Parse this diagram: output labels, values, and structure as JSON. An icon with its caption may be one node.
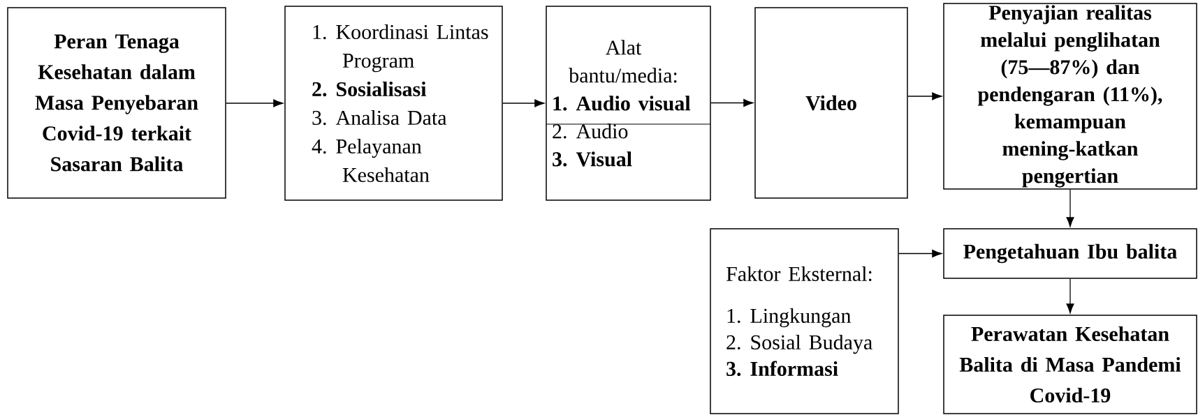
{
  "diagram": {
    "nodes": [
      {
        "text": [
          "Peran Tenaga Kesehatan dalam Masa Penyebaran Covid-19 terkait Sasaran Balita"
        ]
      },
      {
        "text": [
          "1. Koordinasi Lintas Program",
          "2. Sosialisasi",
          "3. Analisa Data",
          "4. Pelayanan Kesehatan"
        ]
      },
      {
        "text": [
          "Alat bantu/media:",
          "1. Audio visual",
          "2. Audio",
          "3. Visual"
        ]
      },
      {
        "text": [
          "Video"
        ]
      },
      {
        "text": [
          "Penyajian realitas melalui penglihatan (75—87%) dan pendengaran (11%), kemampuan mening-katkan pengertian"
        ]
      },
      {
        "text": [
          "Faktor Eksternal:",
          "1. Lingkungan",
          "2. Sosial Budaya",
          "3. Informasi"
        ]
      },
      {
        "text": [
          "Pengetahuan Ibu balita"
        ]
      },
      {
        "text": [
          "Perawatan Kesehatan Balita di Masa Pandemi Covid-19"
        ]
      }
    ],
    "edges": [
      {
        "from": 0,
        "to": 1,
        "arrow": "to"
      },
      {
        "from": 1,
        "to": 2,
        "arrow": "to"
      },
      {
        "from": 2,
        "to": 3,
        "arrow": "to"
      },
      {
        "from": 3,
        "to": 4,
        "arrow": "to"
      },
      {
        "from": 4,
        "to": 6,
        "arrow": "to"
      },
      {
        "from": 5,
        "to": 6,
        "arrow": "to"
      },
      {
        "from": 6,
        "to": 7,
        "arrow": "to"
      }
    ]
  }
}
